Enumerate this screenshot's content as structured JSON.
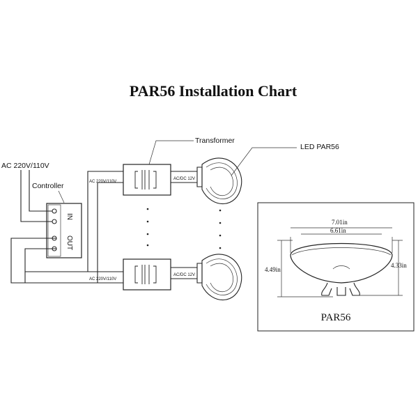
{
  "title": "PAR56 Installation Chart",
  "labels": {
    "supply": "AC 220V/110V",
    "controller": "Controller",
    "controller_in": "IN",
    "controller_out": "OUT",
    "transformer": "Transformer",
    "lamp": "LED PAR56",
    "transformer_input": "AC 220V/110V",
    "transformer_output": "AC/DC 12V"
  },
  "dimensions": {
    "outer_width": "7.01in",
    "inner_width": "6.61in",
    "height_left": "4.49in",
    "height_right": "4.33in",
    "product": "PAR56"
  },
  "icons": [
    "transformer-coil-icon",
    "lamp-icon",
    "dots-ellipsis-icon"
  ]
}
